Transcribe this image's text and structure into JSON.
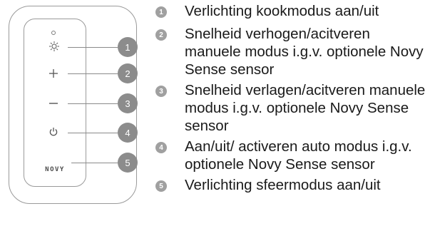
{
  "remote": {
    "brand": "NOVY",
    "buttons": [
      {
        "number": "1",
        "icon": "light-icon"
      },
      {
        "number": "2",
        "icon": "plus-icon"
      },
      {
        "number": "3",
        "icon": "minus-icon"
      },
      {
        "number": "4",
        "icon": "power-icon"
      },
      {
        "number": "5",
        "icon": "novy-logo"
      }
    ]
  },
  "legend": [
    {
      "number": "1",
      "text": "Verlichting kookmodus aan/uit"
    },
    {
      "number": "2",
      "text": "Snelheid verhogen/acitveren manuele modus i.g.v. optionele Novy Sense sensor"
    },
    {
      "number": "3",
      "text": "Snelheid verlagen/acitveren manuele modus i.g.v. optionele Novy Sense sensor"
    },
    {
      "number": "4",
      "text": "Aan/uit/ activeren auto modus i.g.v. optionele Novy Sense sensor"
    },
    {
      "number": "5",
      "text": "Verlichting sfeermodus aan/uit"
    }
  ]
}
